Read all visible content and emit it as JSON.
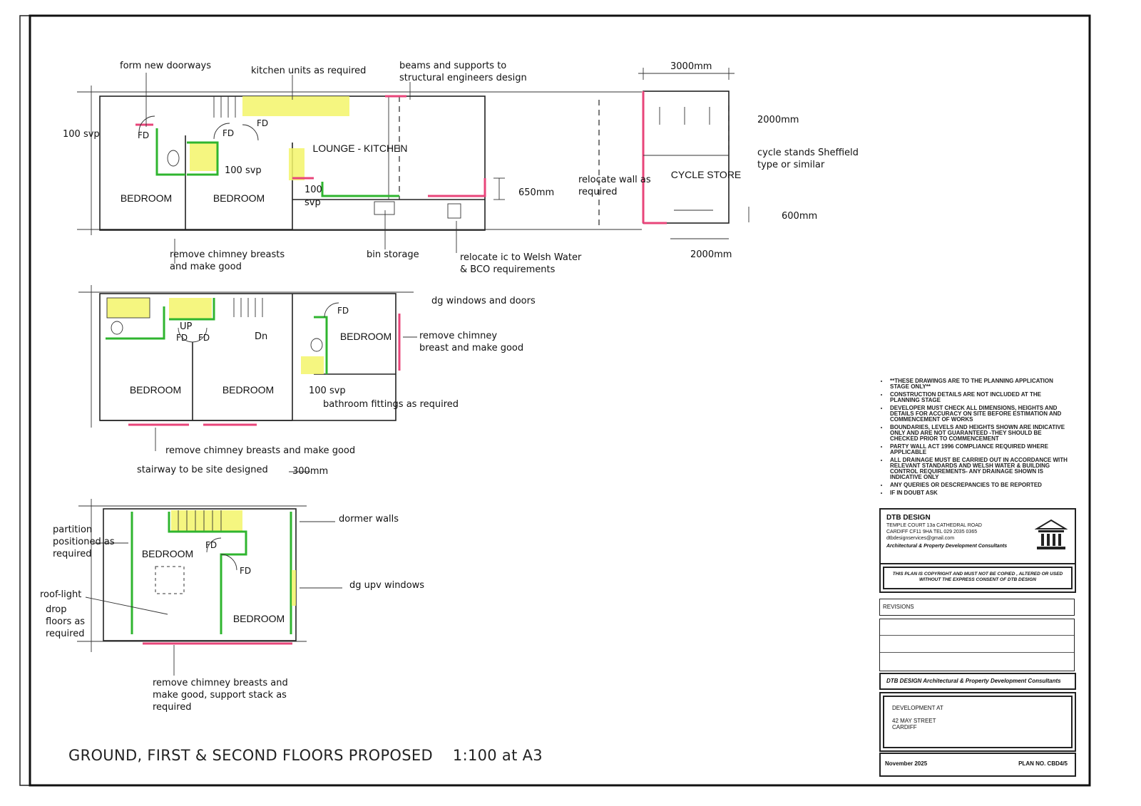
{
  "drawing_title": "GROUND, FIRST & SECOND FLOORS PROPOSED",
  "scale": "1:100 at A3",
  "ground_floor": {
    "rooms": [
      "BEDROOM",
      "BEDROOM",
      "LOUNGE - KITCHEN"
    ],
    "annotations": {
      "form_doorways": "form new doorways",
      "kitchen_units": "kitchen units as required",
      "beams_line1": "beams and supports to",
      "beams_line2": "structural engineers design",
      "svp_left": "100 svp",
      "svp_mid": "100 svp",
      "svp_small1": "100",
      "svp_small2": "svp",
      "fd1": "FD",
      "fd2": "FD",
      "fd3": "FD",
      "dim_650": "650mm",
      "relocate_wall_line1": "relocate wall as",
      "relocate_wall_line2": "required",
      "chimney_line1": "remove chimney breasts",
      "chimney_line2": "and make good",
      "bin_storage": "bin storage",
      "relocate_ic_line1": "relocate ic to Welsh Water",
      "relocate_ic_line2": "& BCO requirements"
    }
  },
  "cycle_store": {
    "label": "CYCLE STORE",
    "dim_top": "3000mm",
    "dim_right": "2000mm",
    "dim_bottom": "2000mm",
    "dim_600": "600mm",
    "stands_line1": "cycle stands Sheffield",
    "stands_line2": "type or similar"
  },
  "first_floor": {
    "rooms": [
      "BEDROOM",
      "BEDROOM",
      "BEDROOM"
    ],
    "annotations": {
      "dg_windows": "dg windows and doors",
      "chimney_right_line1": "remove chimney",
      "chimney_right_line2": "breast and make good",
      "svp": "100 svp",
      "bathroom": "bathroom fittings as required",
      "chimney_bottom": "remove chimney breasts and make good",
      "fd1": "FD",
      "fd2": "FD",
      "fd3": "FD",
      "up": "UP",
      "dn": "Dn"
    }
  },
  "second_floor": {
    "rooms": [
      "BEDROOM",
      "BEDROOM"
    ],
    "annotations": {
      "stairway": "stairway to be site designed",
      "dim_300": "300mm",
      "dormer_walls": "dormer walls",
      "dg_upvc": "dg upv windows",
      "partition_line1": "partition",
      "partition_line2": "positioned as",
      "partition_line3": "required",
      "rooflight_line1": "roof-light",
      "rooflight_line2": "drop",
      "rooflight_line3": "floors as",
      "rooflight_line4": "required",
      "chimney_line1": "remove chimney breasts and",
      "chimney_line2": "make good, support stack as",
      "chimney_line3": "required",
      "fd1": "FD",
      "fd2": "FD"
    }
  },
  "notes": [
    "**THESE DRAWINGS ARE TO THE PLANNING APPLICATION STAGE ONLY**",
    "CONSTRUCTION DETAILS ARE NOT INCLUDED AT THE PLANNING STAGE",
    "DEVELOPER MUST CHECK ALL DIMENSIONS, HEIGHTS AND DETAILS FOR ACCURACY ON SITE BEFORE ESTIMATION AND COMMENCEMENT OF WORKS",
    "BOUNDARIES, LEVELS AND HEIGHTS SHOWN ARE INDICATIVE ONLY AND ARE NOT GUARANTEED -THEY SHOULD BE CHECKED PRIOR TO COMMENCEMENT",
    "PARTY WALL ACT 1996 COMPLIANCE REQUIRED WHERE APPLICABLE",
    "ALL DRAINAGE MUST BE CARRIED OUT IN ACCORDANCE WITH RELEVANT STANDARDS AND WELSH WATER & BUILDING CONTROL REQUIREMENTS- ANY DRAINAGE SHOWN IS INDICATIVE ONLY",
    "ANY QUERIES OR DESCREPANCIES TO BE REPORTED",
    "IF IN DOUBT ASK"
  ],
  "title_block": {
    "company": "DTB DESIGN",
    "address1": "TEMPLE COURT  13a CATHEDRAL ROAD",
    "address2": "CARDIFF CF11 9HA   TEL 029 2035 0365",
    "email": "dtbdesignservices@gmail.com",
    "tagline": "Architectural & Property Development Consultants",
    "copyright_line1": "THIS PLAN IS COPYRIGHT AND  MUST NOT BE COPIED , ALTERED OR USED",
    "copyright_line2": "WITHOUT THE EXPRESS CONSENT OF DTB DESIGN",
    "revisions_label": "REVISIONS",
    "company_banner": "DTB DESIGN Architectural & Property Development Consultants",
    "development_label": "DEVELOPMENT AT",
    "address_line1": "42 MAY STREET",
    "address_line2": "CARDIFF",
    "date": "November 2025",
    "plan_no": "PLAN NO. CBD4/5",
    "logo_icon": "building-columns-icon"
  }
}
